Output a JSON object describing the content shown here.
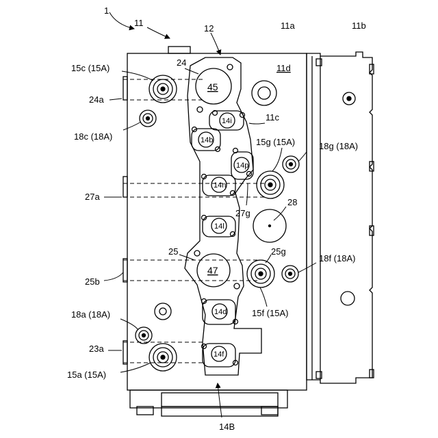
{
  "labels": {
    "ref_1": "1",
    "ref_11": "11",
    "ref_12": "12",
    "ref_11a": "11a",
    "ref_11b": "11b",
    "ref_11d": "11d",
    "ref_15c": "15c (15A)",
    "ref_24": "24",
    "ref_45": "45",
    "ref_24a": "24a",
    "ref_14i": "14i",
    "ref_11c": "11c",
    "ref_18c": "18c (18A)",
    "ref_14b": "14b",
    "ref_15g": "15g (15A)",
    "ref_18g": "18g (18A)",
    "ref_14p": "14p",
    "ref_14n": "14n",
    "ref_27a": "27a",
    "ref_27g": "27g",
    "ref_28": "28",
    "ref_14l": "14l",
    "ref_25": "25",
    "ref_25g": "25g",
    "ref_47": "47",
    "ref_25b": "25b",
    "ref_18f": "18f (18A)",
    "ref_15f": "15f (15A)",
    "ref_18a": "18a (18A)",
    "ref_14d": "14d",
    "ref_23a": "23a",
    "ref_14f": "14f",
    "ref_15a": "15a (15A)",
    "ref_14B": "14B"
  }
}
